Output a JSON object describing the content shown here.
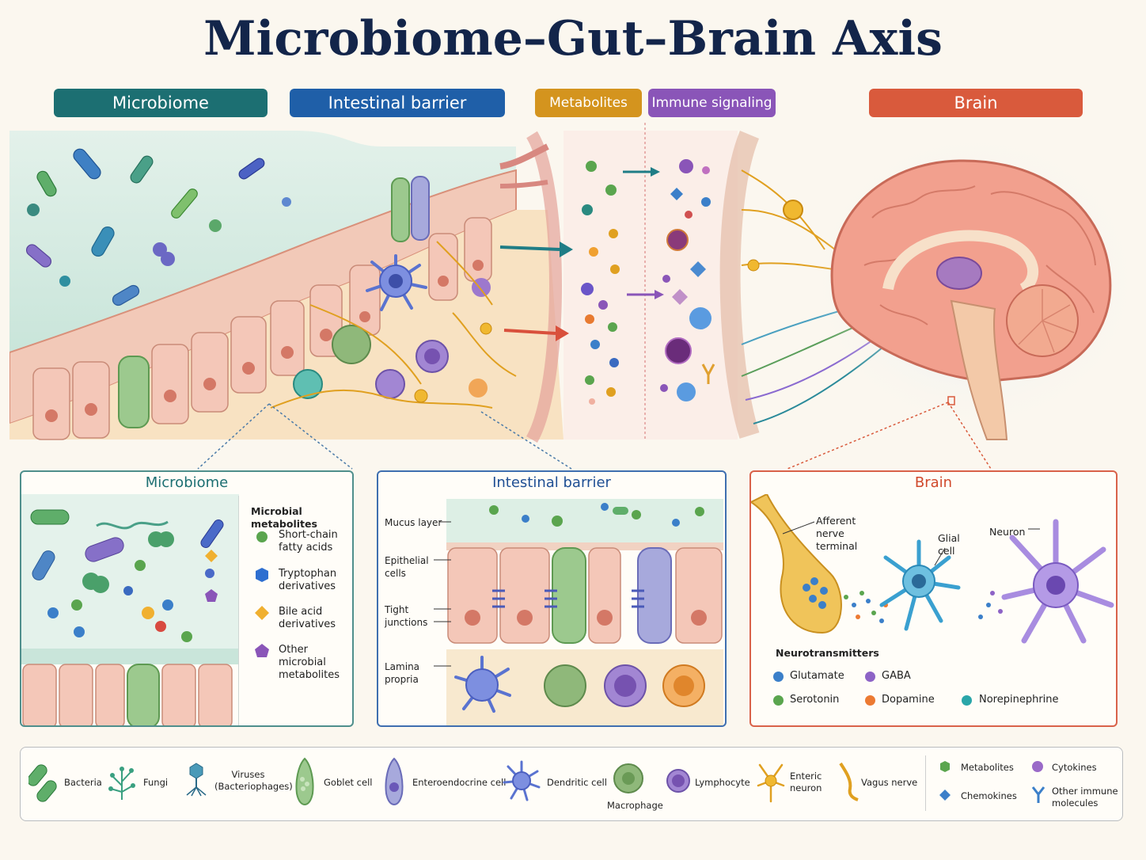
{
  "title": "Microbiome–Gut–Brain Axis",
  "colors": {
    "microbiome": "#1c6f72",
    "barrier": "#1f5fa8",
    "metabolites": "#d4941e",
    "immune": "#8a55b8",
    "brain": "#d95a3c"
  },
  "headers": {
    "microbiome": "Microbiome",
    "barrier": "Intestinal barrier",
    "metabolites": "Metabolites",
    "immune": "Immune signaling",
    "brain": "Brain"
  },
  "panel_microbiome": {
    "title": "Microbiome",
    "list_title": "Microbial metabolites",
    "items": [
      {
        "label": "Short-chain fatty acids",
        "icon": "green-circle"
      },
      {
        "label": "Tryptophan derivatives",
        "icon": "blue-hexagon"
      },
      {
        "label": "Bile acid derivatives",
        "icon": "yellow-diamond"
      },
      {
        "label": "Other microbial metabolites",
        "icon": "purple-pentagon"
      }
    ]
  },
  "panel_barrier": {
    "title": "Intestinal barrier",
    "labels": {
      "mucus": "Mucus layer",
      "epithelial": "Epithelial cells",
      "tight": "Tight junctions",
      "lamina": "Lamina propria"
    }
  },
  "panel_brain": {
    "title": "Brain",
    "labels": {
      "afferent": "Afferent nerve terminal",
      "glial": "Glial cell",
      "neuron": "Neuron"
    },
    "nt_title": "Neurotransmitters",
    "neurotransmitters": [
      {
        "label": "Glutamate",
        "color": "#3b7fc9"
      },
      {
        "label": "GABA",
        "color": "#8d63c6"
      },
      {
        "label": "Serotonin",
        "color": "#5aa54e"
      },
      {
        "label": "Dopamine",
        "color": "#ec7a32"
      },
      {
        "label": "Norepinephrine",
        "color": "#2aa6a9"
      }
    ]
  },
  "legend": {
    "items": [
      {
        "label": "Bacteria",
        "icon": "bacteria-icon"
      },
      {
        "label": "Fungi",
        "icon": "fungi-icon"
      },
      {
        "label": "Viruses (Bacteriophages)",
        "icon": "virus-icon"
      },
      {
        "label": "Goblet cell",
        "icon": "goblet-cell-icon"
      },
      {
        "label": "Enteroendocrine cell",
        "icon": "enteroendocrine-cell-icon"
      },
      {
        "label": "Dendritic cell",
        "icon": "dendritic-cell-icon"
      },
      {
        "label": "Macrophage",
        "icon": "macrophage-icon"
      },
      {
        "label": "Lymphocyte",
        "icon": "lymphocyte-icon"
      },
      {
        "label": "Enteric neuron",
        "icon": "enteric-neuron-icon"
      },
      {
        "label": "Vagus nerve",
        "icon": "vagus-nerve-icon"
      }
    ],
    "molecules": [
      {
        "label": "Metabolites",
        "icon": "metabolite-hexagon-icon"
      },
      {
        "label": "Cytokines",
        "icon": "cytokine-circle-icon"
      },
      {
        "label": "Chemokines",
        "icon": "chemokine-diamond-icon"
      },
      {
        "label": "Other immune molecules",
        "icon": "antibody-icon"
      }
    ]
  }
}
